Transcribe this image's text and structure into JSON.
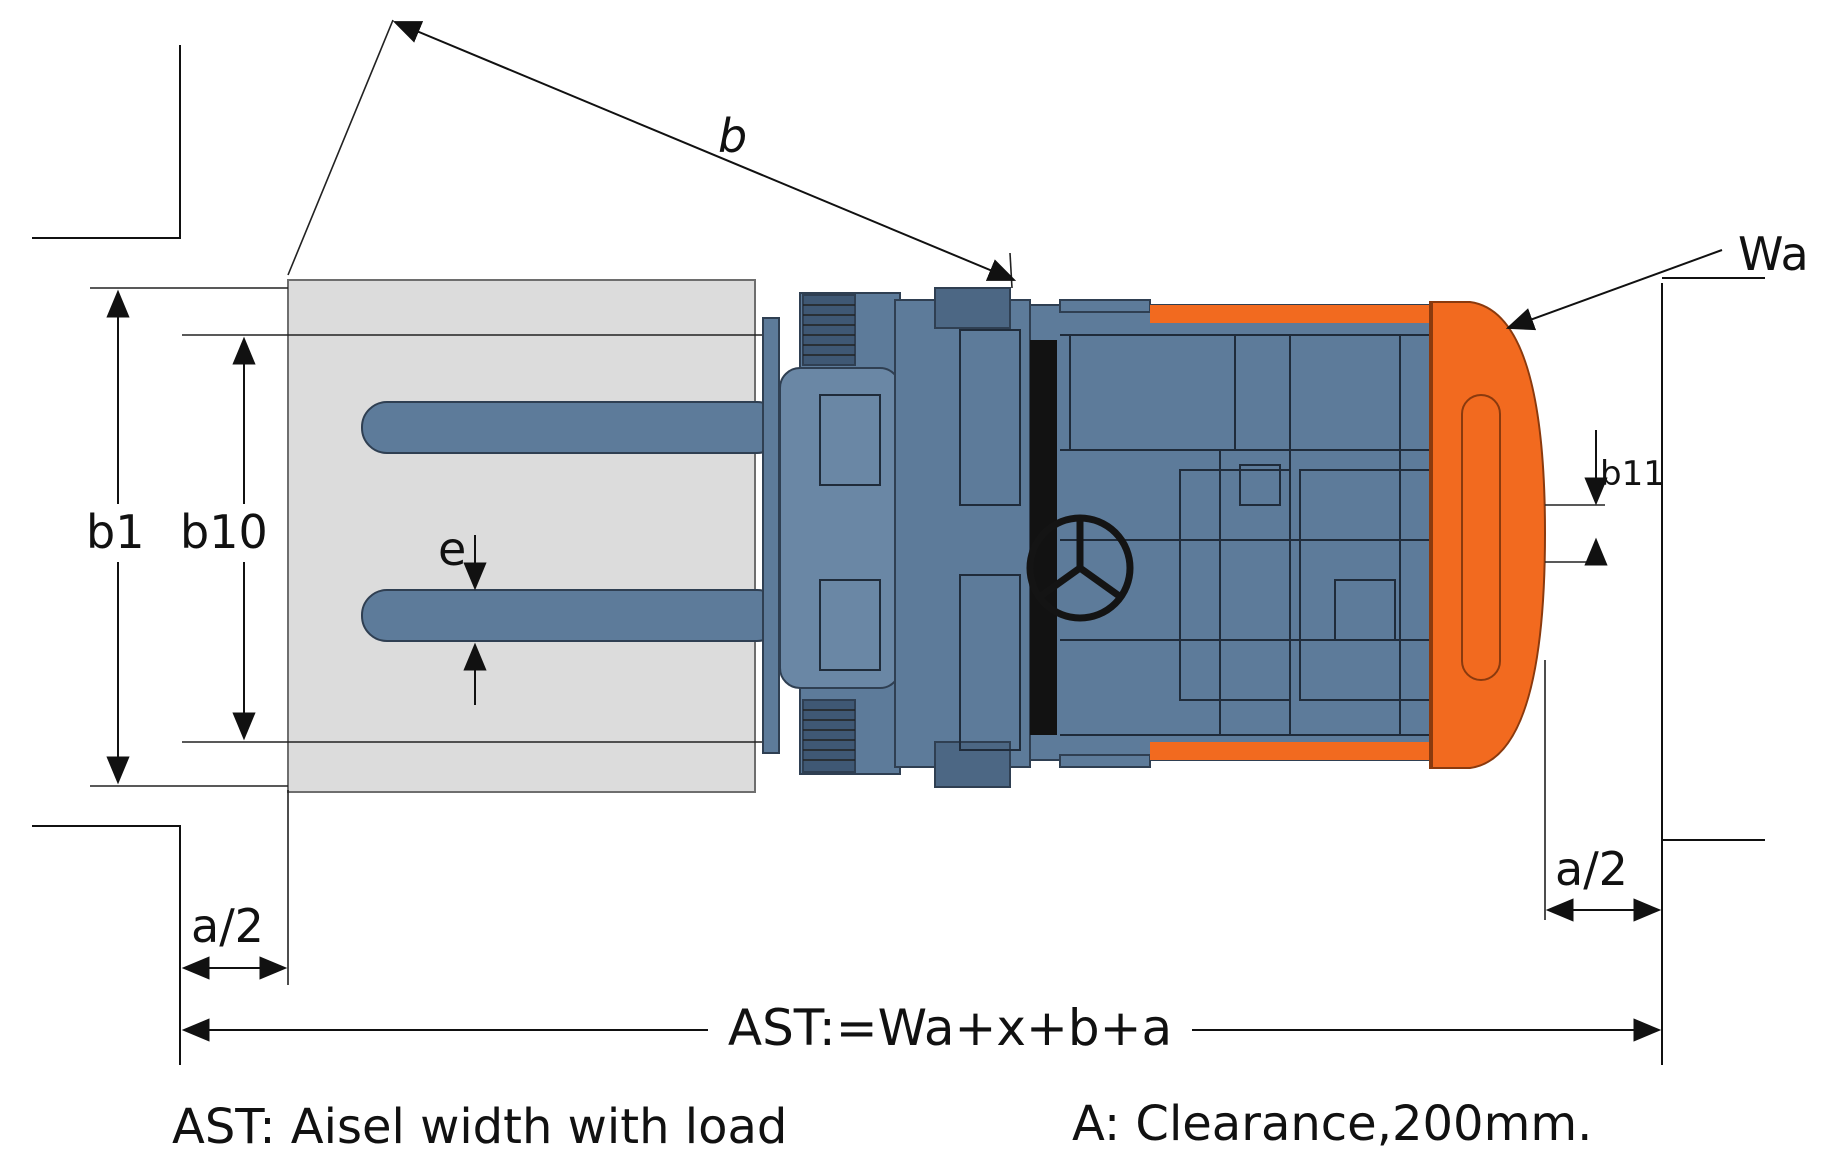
{
  "labels": {
    "b": "b",
    "wa": "Wa",
    "b1": "b1",
    "b10": "b10",
    "e": "e",
    "b11": "b11",
    "a_half_left": "a/2",
    "a_half_right": "a/2",
    "ast_formula": "AST:=Wa+x+b+a"
  },
  "footer": {
    "left": "AST: Aisel width with load",
    "right": "A: Clearance,200mm."
  },
  "colors": {
    "truck_body": "#5d7b9a",
    "truck_dark": "#3f5874",
    "counterweight": "#f26a1f",
    "load": "#dcdcdc",
    "line": "#111111"
  }
}
